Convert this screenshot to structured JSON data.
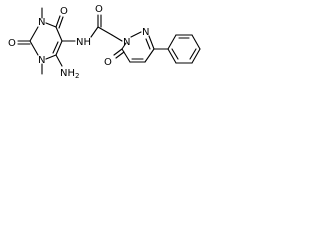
{
  "image": {
    "background": "#ffffff",
    "ink_color": "#000000"
  },
  "molecule": {
    "atom_labels": {
      "n1_top": "N",
      "methyl_top": "",
      "o_top": "O",
      "o_left": "O",
      "n3_bottom": "N",
      "methyl_bottom": "",
      "nh2": "NH",
      "nh2_subscript": "2",
      "amide_nh": "NH",
      "amide_o": "O",
      "pyridazine_n1": "N",
      "pyridazine_n2": "N",
      "pyridazinone_o": "O"
    }
  }
}
